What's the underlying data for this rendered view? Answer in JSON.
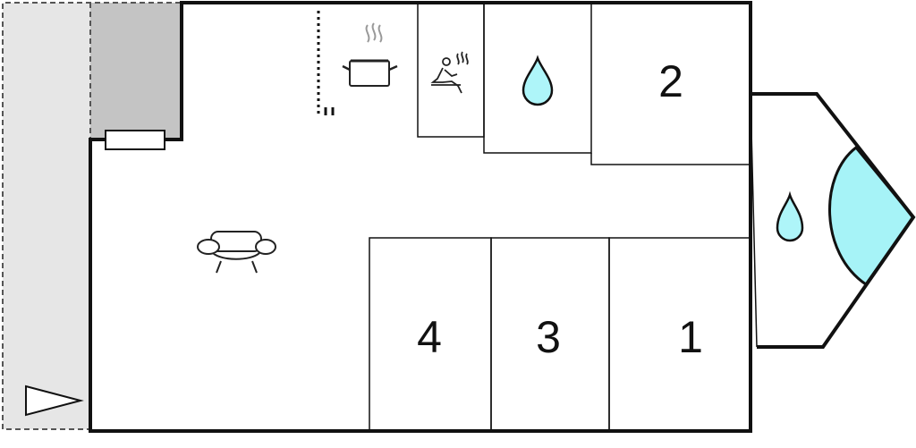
{
  "colors": {
    "wall": "#111111",
    "outdoor_fill": "#e6e6e6",
    "outdoor_border": "#555555",
    "covered_fill": "#c4c4c4",
    "water": "#aef5f9",
    "pool": "#a6f3f7",
    "icon": "#222222",
    "steam": "#999999"
  },
  "rooms": {
    "bedroom_1": {
      "label": "1"
    },
    "bedroom_2": {
      "label": "2"
    },
    "bedroom_3": {
      "label": "3"
    },
    "bedroom_4": {
      "label": "4"
    }
  },
  "icons": {
    "living": "sofa-icon",
    "kitchen": "cooking-pot-icon",
    "sauna": "sauna-icon",
    "bathroom": "water-drop-icon",
    "pool": "pool-icon",
    "entrance": "entrance-arrow-icon",
    "stairs": "stairs-icon"
  }
}
